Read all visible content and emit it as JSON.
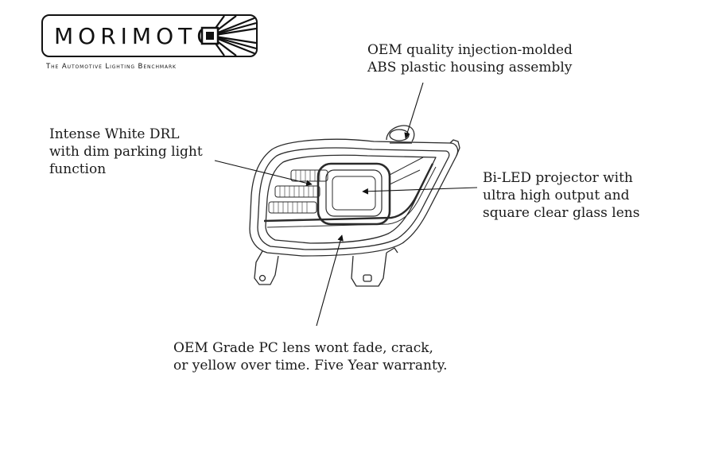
{
  "logo": {
    "wordmark": "MORIMOTO",
    "tagline": "The Automotive Lighting Benchmark"
  },
  "callouts": {
    "housing": {
      "lines": [
        "OEM quality injection-molded",
        "ABS plastic housing assembly"
      ]
    },
    "drl": {
      "lines": [
        "Intense White DRL",
        "with dim parking light",
        "function"
      ]
    },
    "projector": {
      "lines": [
        "Bi-LED projector with",
        "ultra high output and",
        "square clear glass lens"
      ]
    },
    "lens": {
      "lines": [
        "OEM Grade PC lens wont fade, crack,",
        "or yellow over time. Five Year warranty."
      ]
    }
  },
  "colors": {
    "ink": "#1a1a1a",
    "line_art": "#2b2b2b",
    "background": "#ffffff"
  }
}
